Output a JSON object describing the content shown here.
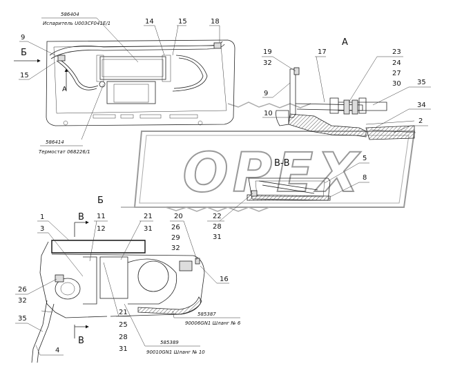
{
  "views": {
    "top_view_letter": "Б",
    "section_a_title": "А",
    "section_b_title": "Б",
    "section_bb_title": "В-В",
    "arrow_a_label": "А",
    "cut_b_top": "В",
    "cut_b_bottom": "В",
    "arrow_b_left": "Б"
  },
  "captions": {
    "evaporator_code": "586404",
    "evaporator_name": "Испаритель U003CF041E/1",
    "thermostat_code": "586414",
    "thermostat_name": "Термостат 068226/1",
    "hose6_code": "585387",
    "hose6_name": "90006GN1 Шланг № 6",
    "hose10_code": "585389",
    "hose10_name": "90010GN1 Шланг № 10"
  },
  "watermark": "OPEX",
  "callouts": {
    "top_9": "9",
    "top_15": "15",
    "top_14": "14",
    "top_15b": "15",
    "top_18": "18",
    "a_19": "19",
    "a_32": "32",
    "a_17": "17",
    "a_9": "9",
    "a_10": "10",
    "a_23": "23",
    "a_24": "24",
    "a_27": "27",
    "a_30": "30",
    "a_35": "35",
    "a_34": "34",
    "a_2": "2",
    "bb_5": "5",
    "bb_8": "8",
    "b_1": "1",
    "b_3": "3",
    "b_11": "11",
    "b_12": "12",
    "b_21a": "21",
    "b_31a": "31",
    "b_20": "20",
    "b_26a": "26",
    "b_29": "29",
    "b_32a": "32",
    "b_22": "22",
    "b_28a": "28",
    "b_31b": "31",
    "b_16": "16",
    "b_26b": "26",
    "b_32b": "32",
    "b_35": "35",
    "b_4": "4",
    "b_21b": "21",
    "b_25": "25",
    "b_28b": "28",
    "b_31c": "31"
  }
}
